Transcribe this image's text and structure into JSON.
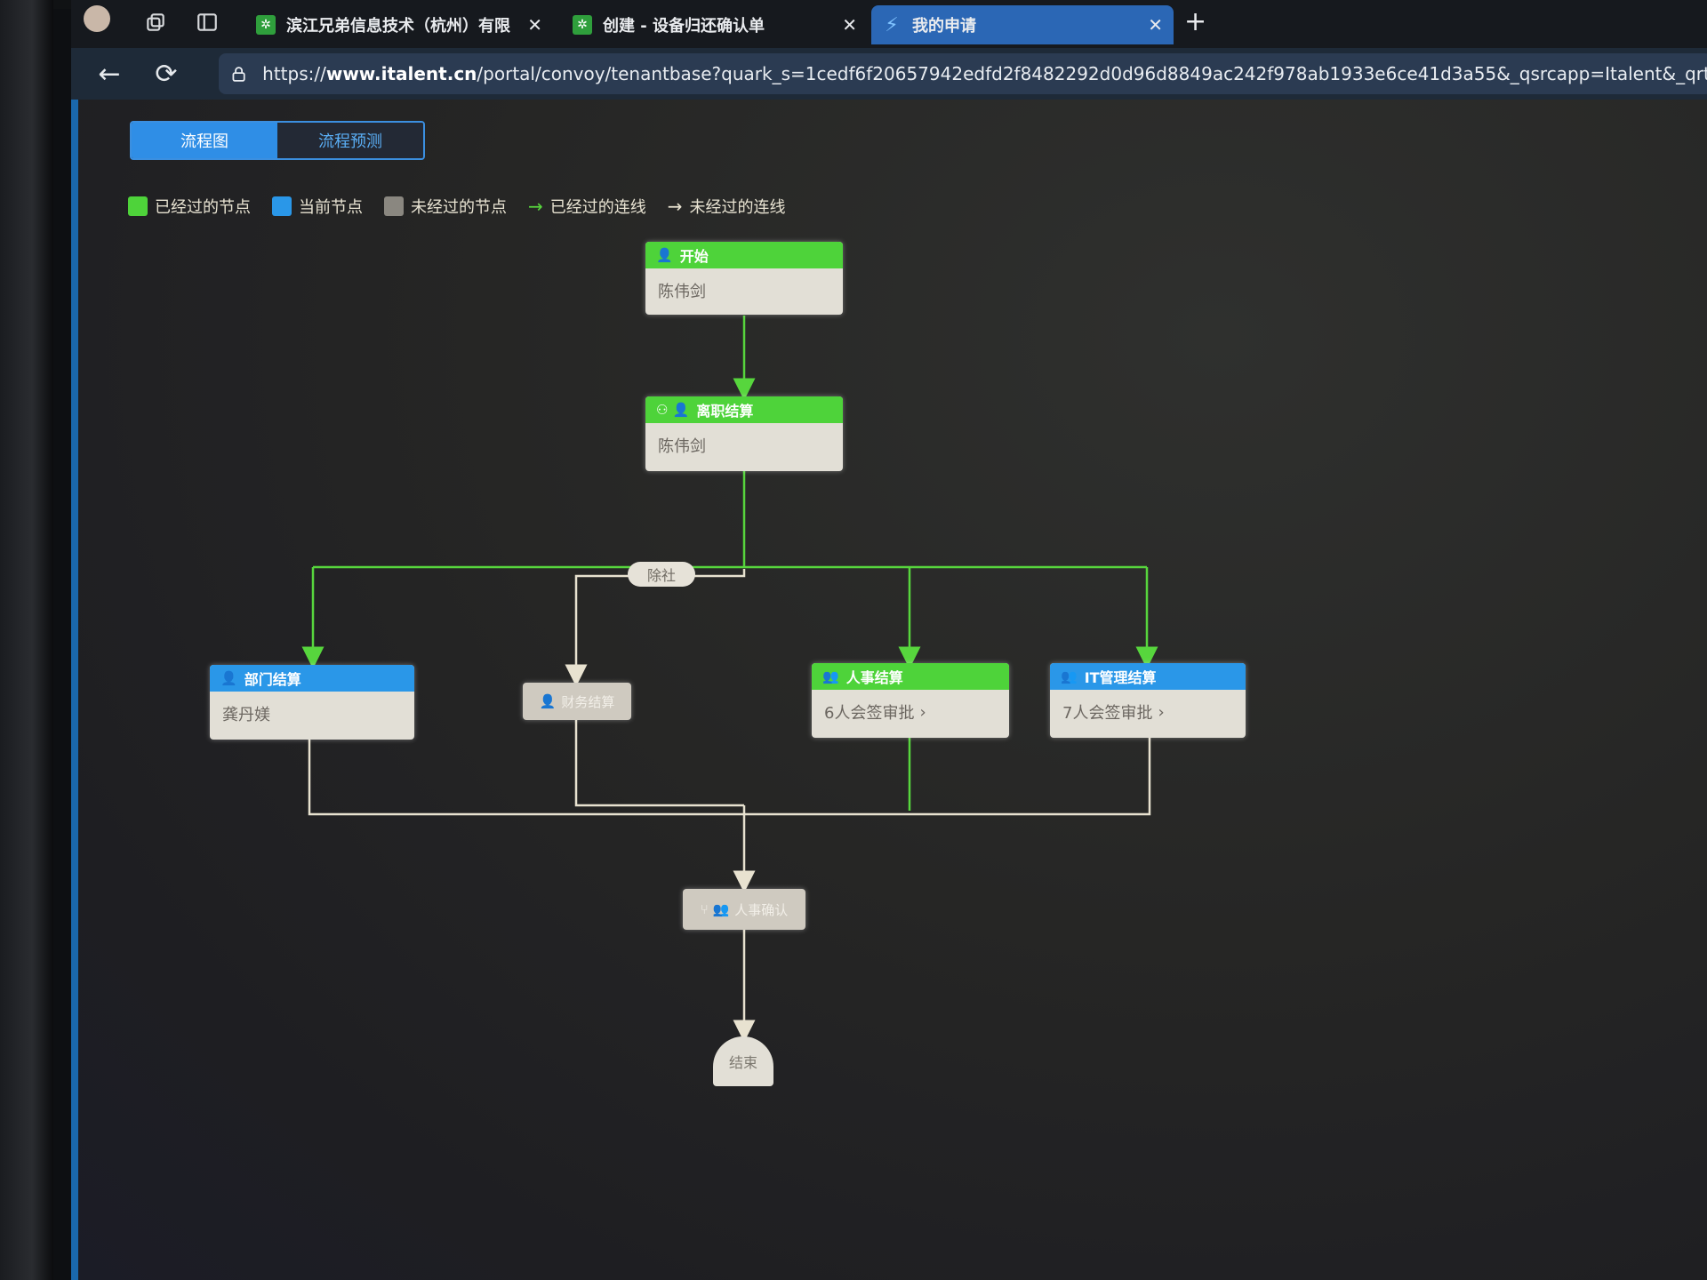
{
  "browser": {
    "tabs": [
      {
        "label": "滨江兄弟信息技术（杭州）有限",
        "active": false
      },
      {
        "label": "创建 - 设备归还确认单",
        "active": false
      },
      {
        "label": "我的申请",
        "active": true
      }
    ],
    "url_prefix": "https://",
    "url_host": "www.italent.cn",
    "url_rest": "/portal/convoy/tenantbase?quark_s=1cedf6f20657942edfd2f8482292d0d96d8849ac242f978ab1933e6ce41d3a55&_qsrcapp=Italent&_qrt=html&metaObjName"
  },
  "view_toggle": {
    "flowchart": "流程图",
    "forecast": "流程预测"
  },
  "legend": {
    "passed_node": "已经过的节点",
    "current_node": "当前节点",
    "unpassed_node": "未经过的节点",
    "passed_line": "已经过的连线",
    "unpassed_line": "未经过的连线",
    "colors": {
      "passed": "#4ed33a",
      "current": "#2a97e8",
      "unpassed": "#8a8780",
      "line_passed": "#57d63d",
      "line_unpassed": "#e8e2d0"
    }
  },
  "flow": {
    "start": {
      "title": "开始",
      "person": "陈伟剑",
      "status": "passed"
    },
    "resign_settlement": {
      "title": "离职结算",
      "person": "陈伟剑",
      "status": "passed"
    },
    "branch_label": "除社",
    "dept_settlement": {
      "title": "部门结算",
      "person": "龚丹媄",
      "status": "current"
    },
    "finance_settlement": {
      "title": "财务结算",
      "status": "unpassed"
    },
    "hr_settlement": {
      "title": "人事结算",
      "detail": "6人会签审批",
      "status": "passed"
    },
    "it_settlement": {
      "title": "IT管理结算",
      "detail": "7人会签审批",
      "status": "current"
    },
    "hr_confirm": {
      "title": "人事确认",
      "status": "unpassed"
    },
    "end": {
      "title": "结束",
      "status": "unpassed"
    }
  }
}
